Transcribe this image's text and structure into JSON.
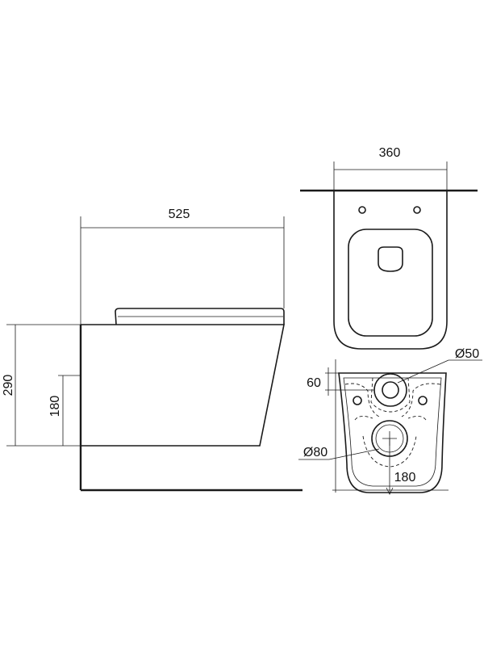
{
  "labels": {
    "side_width": "525",
    "side_height": "290",
    "side_inlet_height": "180",
    "top_width": "360",
    "outlet_diameter": "Ø50",
    "outlet_offset": "60",
    "drain_diameter": "Ø80",
    "drain_offset": "180"
  },
  "colors": {
    "line": "#1a1a1a",
    "background": "#ffffff"
  }
}
